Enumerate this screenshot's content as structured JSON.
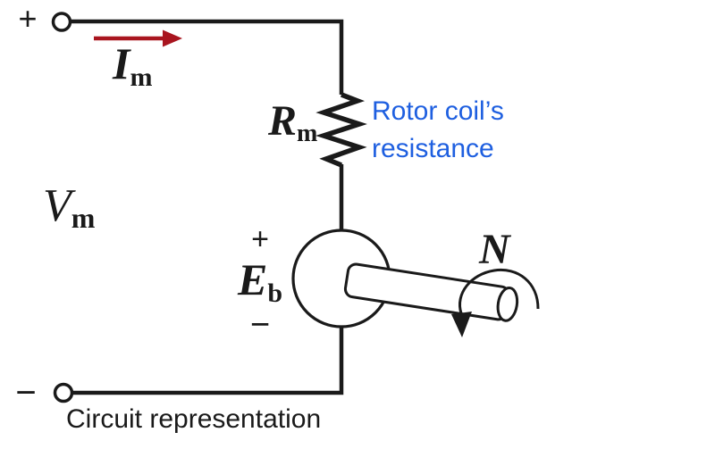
{
  "figure": {
    "caption": "Circuit representation",
    "terminal_positive_sign": "+",
    "terminal_negative_sign": "−",
    "current_label": {
      "base": "I",
      "sub": "m"
    },
    "voltage_label": {
      "base": "V",
      "sub": "m"
    },
    "resistance_label": {
      "base": "R",
      "sub": "m"
    },
    "back_emf_label": {
      "plus": "+",
      "base": "E",
      "sub": "b",
      "minus": "−"
    },
    "speed_label": "N",
    "resistor_note": {
      "line1": "Rotor coil’s",
      "line2": "resistance"
    },
    "colors": {
      "ink": "#1a1a1a",
      "current_arrow_red": "#a9151f",
      "note_blue": "#1e5fe0",
      "background": "#ffffff"
    }
  }
}
